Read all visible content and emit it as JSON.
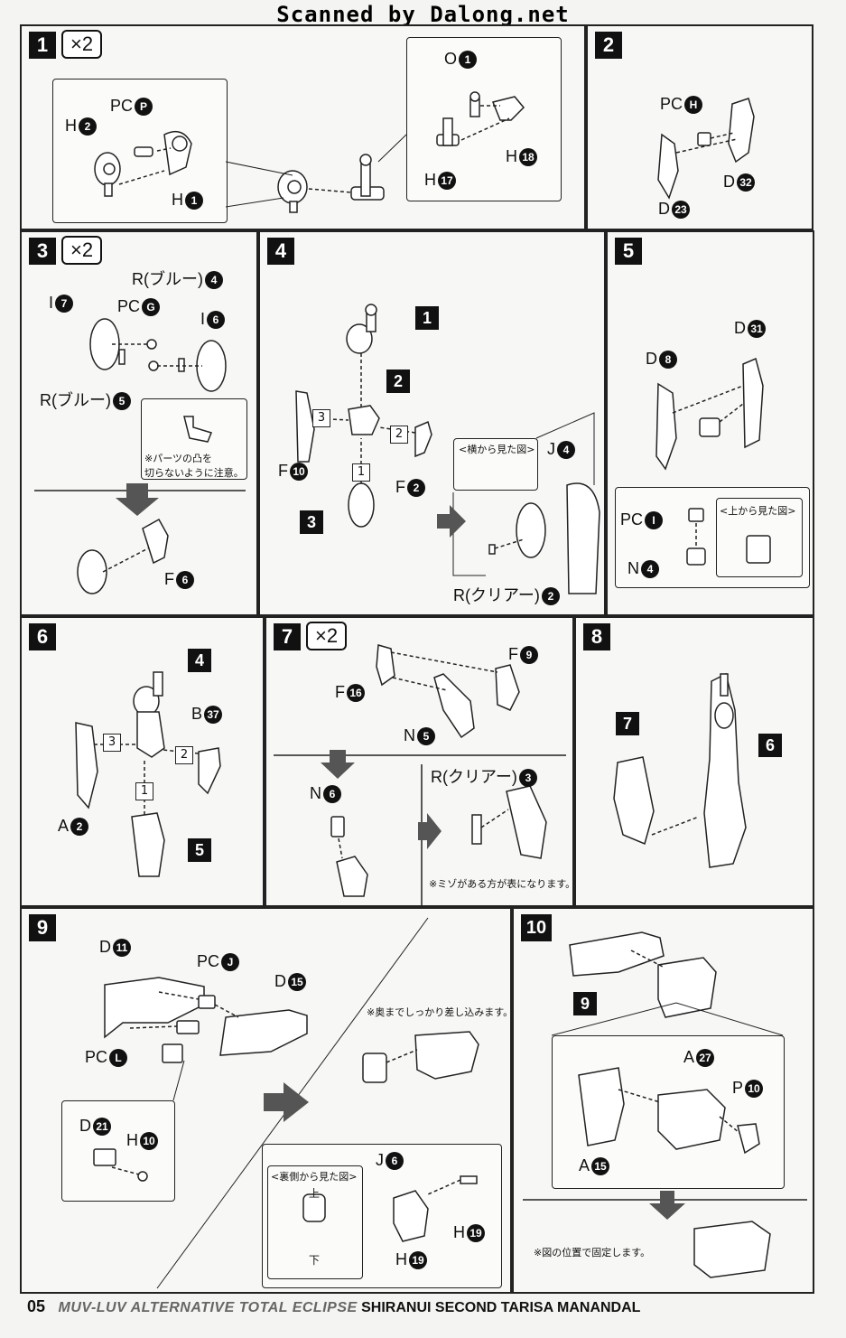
{
  "header": {
    "watermark": "Scanned by Dalong.net"
  },
  "steps": {
    "s1": {
      "num": "1",
      "mult": "×2",
      "labels": {
        "pc": "PC",
        "pcn": "P",
        "h_a": "H",
        "h_a_n": "2",
        "h_b": "H",
        "h_b_n": "1",
        "o": "O",
        "o_n": "1",
        "h_c": "H",
        "h_c_n": "17",
        "h_d": "H",
        "h_d_n": "18"
      }
    },
    "s2": {
      "num": "2",
      "labels": {
        "pc": "PC",
        "pcn": "H",
        "d_a": "D",
        "d_a_n": "32",
        "d_b": "D",
        "d_b_n": "23"
      }
    },
    "s3": {
      "num": "3",
      "mult": "×2",
      "labels": {
        "r_top": "R(ブルー)",
        "r_top_n": "4",
        "i_a": "I",
        "i_a_n": "7",
        "pc": "PC",
        "pcn": "G",
        "i_b": "I",
        "i_b_n": "6",
        "r_bot": "R(ブルー)",
        "r_bot_n": "5",
        "f": "F",
        "f_n": "6"
      },
      "note": "※パーツの凸を\n切らないように注意。"
    },
    "s4": {
      "num": "4",
      "labels": {
        "f10": "F",
        "f10_n": "10",
        "f2": "F",
        "f2_n": "2",
        "j": "J",
        "j_n": "4",
        "rc": "R(クリアー)",
        "rc_n": "2"
      },
      "box1": "1",
      "box2": "2",
      "box3": "3",
      "sub": [
        "3",
        "2",
        "1"
      ],
      "view": "<横から見た図>"
    },
    "s5": {
      "num": "5",
      "labels": {
        "d31": "D",
        "d31_n": "31",
        "d8": "D",
        "d8_n": "8",
        "pc": "PC",
        "pcn": "I",
        "n": "N",
        "n_n": "4"
      },
      "view": "<上から見た図>"
    },
    "s6": {
      "num": "6",
      "labels": {
        "b": "B",
        "b_n": "37",
        "a": "A",
        "a_n": "2"
      },
      "box4": "4",
      "box5": "5",
      "sub": [
        "3",
        "2",
        "1"
      ]
    },
    "s7": {
      "num": "7",
      "mult": "×2",
      "labels": {
        "f9": "F",
        "f9_n": "9",
        "f16": "F",
        "f16_n": "16",
        "n5": "N",
        "n5_n": "5",
        "n6": "N",
        "n6_n": "6",
        "rc": "R(クリアー)",
        "rc_n": "3"
      },
      "note": "※ミゾがある方が表になります。"
    },
    "s8": {
      "num": "8",
      "box7": "7",
      "box6": "6"
    },
    "s9": {
      "num": "9",
      "labels": {
        "d11": "D",
        "d11_n": "11",
        "pcj": "PC",
        "pcj_n": "J",
        "d15": "D",
        "d15_n": "15",
        "pcl": "PC",
        "pcl_n": "L",
        "d21": "D",
        "d21_n": "21",
        "h10": "H",
        "h10_n": "10",
        "j6": "J",
        "j6_n": "6",
        "h19a": "H",
        "h19a_n": "19",
        "h19b": "H",
        "h19b_n": "19"
      },
      "note": "※奥までしっかり差し込みます。",
      "view": "<裏側から見た図>",
      "up": "上",
      "down": "下"
    },
    "s10": {
      "num": "10",
      "labels": {
        "a27": "A",
        "a27_n": "27",
        "p10": "P",
        "p10_n": "10",
        "a15": "A",
        "a15_n": "15"
      },
      "box9": "9",
      "note": "※図の位置で固定します。"
    }
  },
  "footer": {
    "page": "05",
    "series": "MUV-LUV ALTERNATIVE TOTAL ECLIPSE",
    "title": "SHIRANUI SECOND TARISA MANANDAL"
  }
}
